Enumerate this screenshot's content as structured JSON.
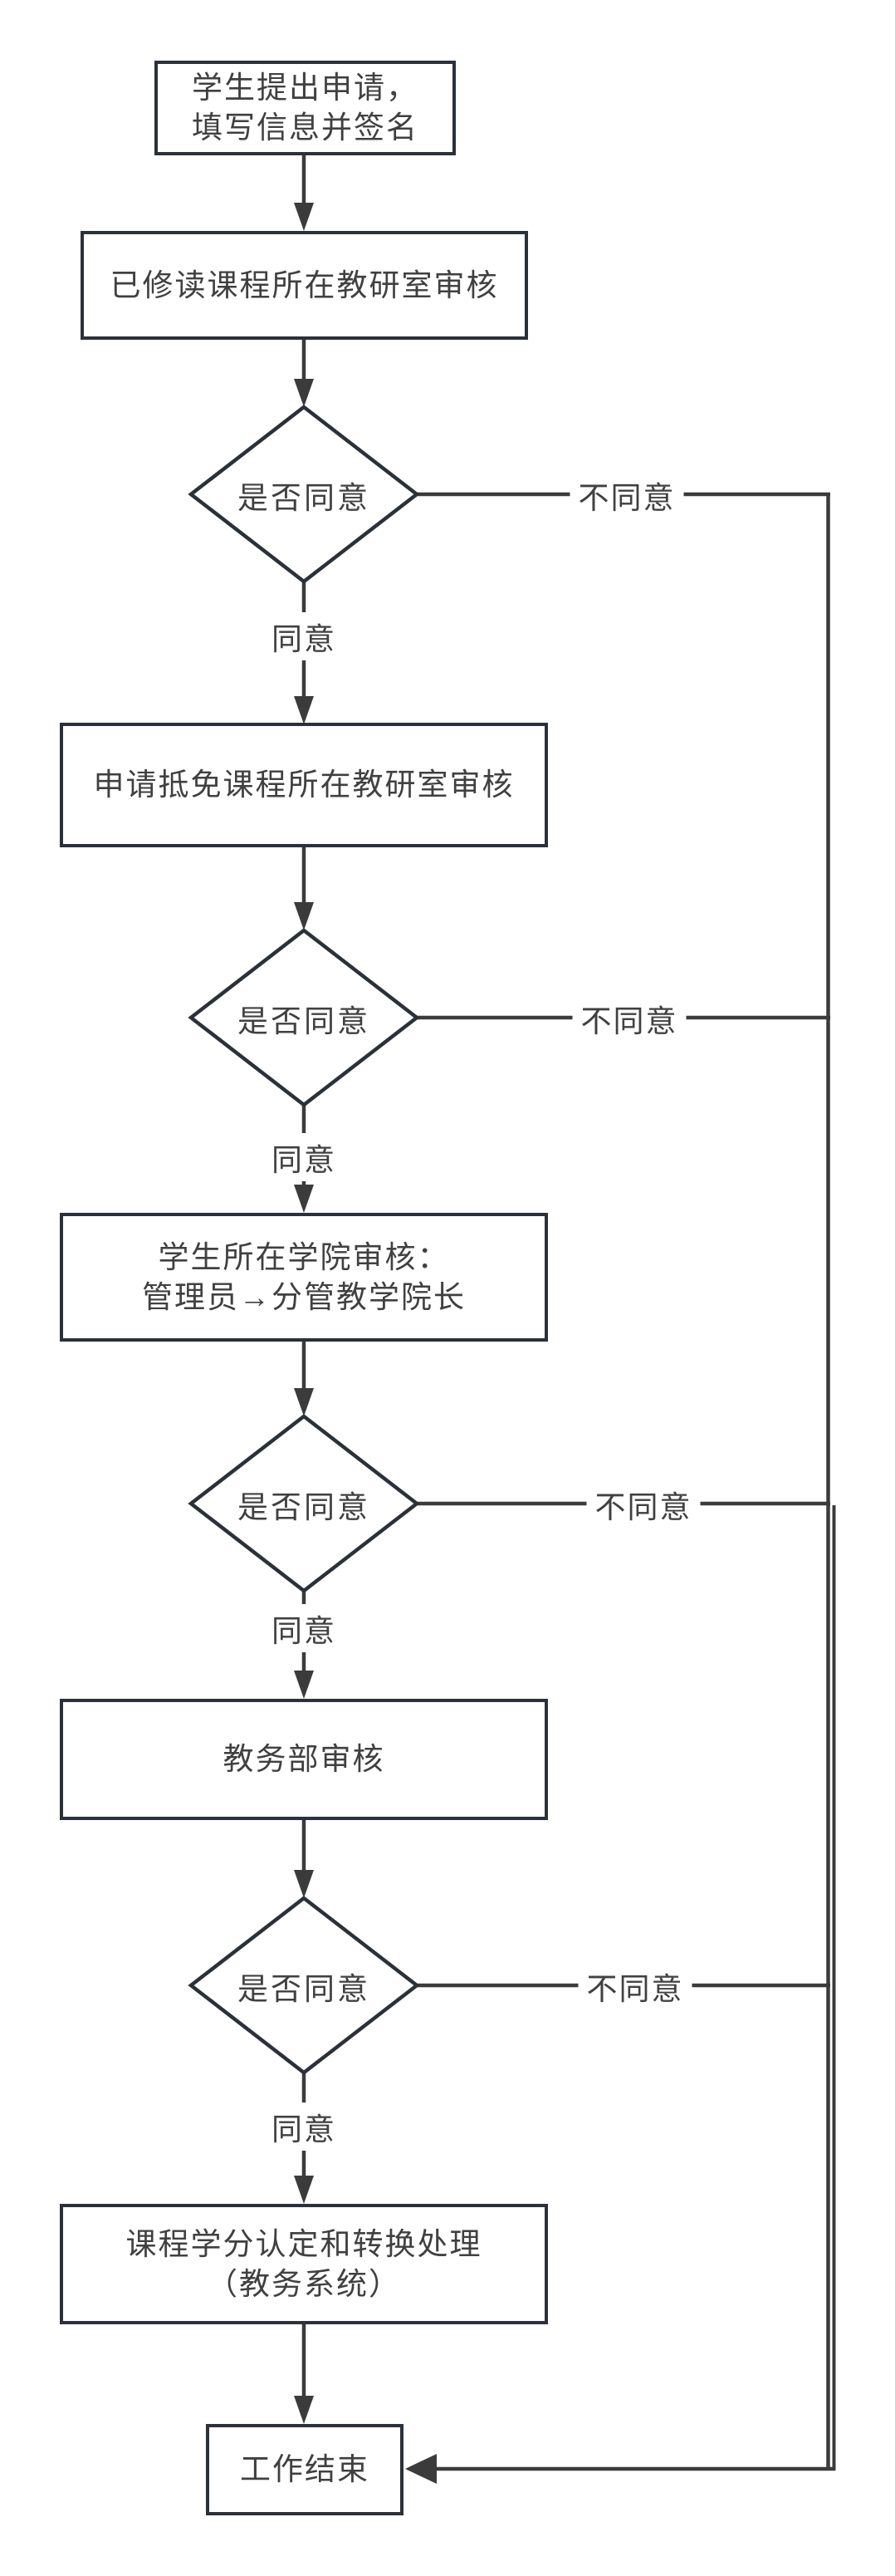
{
  "flow": {
    "boxes": [
      {
        "name": "student-application",
        "lines": [
          "学生提出申请，",
          "填写信息并签名"
        ]
      },
      {
        "name": "taken-course-review",
        "lines": [
          "已修读课程所在教研室审核"
        ]
      },
      {
        "name": "exempt-course-review",
        "lines": [
          "申请抵免课程所在教研室审核"
        ]
      },
      {
        "name": "college-review",
        "lines": [
          "学生所在学院审核：",
          "管理员→分管教学院长"
        ]
      },
      {
        "name": "academic-affairs-review",
        "lines": [
          "教务部审核"
        ]
      },
      {
        "name": "credit-conversion",
        "lines": [
          "课程学分认定和转换处理",
          "（教务系统）"
        ]
      },
      {
        "name": "end",
        "lines": [
          "工作结束"
        ]
      }
    ],
    "decisions": [
      {
        "label": "是否同意",
        "agree": "同意",
        "disagree": "不同意"
      },
      {
        "label": "是否同意",
        "agree": "同意",
        "disagree": "不同意"
      },
      {
        "label": "是否同意",
        "agree": "同意",
        "disagree": "不同意"
      },
      {
        "label": "是否同意",
        "agree": "同意",
        "disagree": "不同意"
      }
    ],
    "colors": {
      "line": "#3b3b3b",
      "border": "#2b313a",
      "text": "#404040",
      "background": "#ffffff"
    }
  }
}
